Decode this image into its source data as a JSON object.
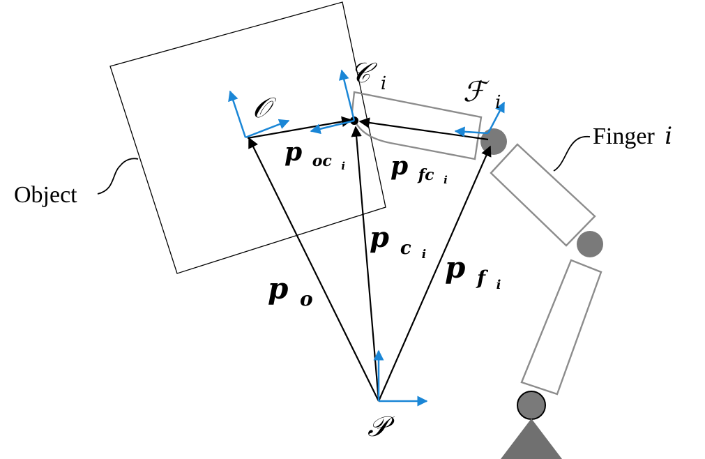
{
  "colors": {
    "frame_axes": "#1a86d6",
    "vectors": "#000000",
    "object_outline": "#000000",
    "finger_outline": "#8c8c8c",
    "joint_fill": "#7a7a7a",
    "base_fill": "#707070"
  },
  "labels": {
    "object": "Object",
    "finger": "Finger",
    "finger_index": "i",
    "frame_object": "𝒪",
    "frame_contact": "𝒞",
    "frame_contact_sub": "i",
    "frame_finger": "ℱ",
    "frame_finger_sub": "i",
    "frame_palm": "𝒫",
    "vec_p": "p",
    "sub_oc": "oc",
    "sub_oc_i": "i",
    "sub_fc": "fc",
    "sub_fc_i": "i",
    "sub_c": "c",
    "sub_c_i": "i",
    "sub_f": "f",
    "sub_f_i": "i",
    "sub_o": "o"
  }
}
